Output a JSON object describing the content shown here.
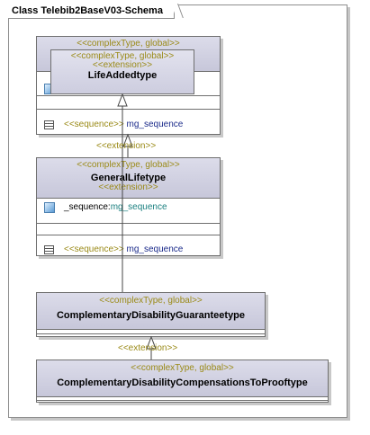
{
  "frame": {
    "title": "Class Telebib2BaseV03-Schema"
  },
  "stereotype": "<<complexType, global>>",
  "extension_label": "<<extension>>",
  "sequence": {
    "keyword": "<<sequence>>",
    "name": "mg_sequence"
  },
  "classes": {
    "outer_top": {
      "stereotype": "<<complexType, global>>"
    },
    "life_added": {
      "stereotype": "<<complexType, global>>",
      "extension": "<<extension>>",
      "name": "LifeAddedtype"
    },
    "general_life": {
      "stereotype": "<<complexType, global>>",
      "name": "GeneralLifetype",
      "extension": "<<extension>>",
      "attr_prefix": "_sequence:",
      "attr_type": "mg_sequence"
    },
    "guarantee": {
      "stereotype": "<<complexType, global>>",
      "name": "ComplementaryDisabilityGuaranteetype"
    },
    "compensations": {
      "stereotype": "<<complexType, global>>",
      "name": "ComplementaryDisabilityCompensationsToProoftype"
    }
  },
  "edge_labels": [
    "<<extension>>",
    "<<extension>>"
  ]
}
